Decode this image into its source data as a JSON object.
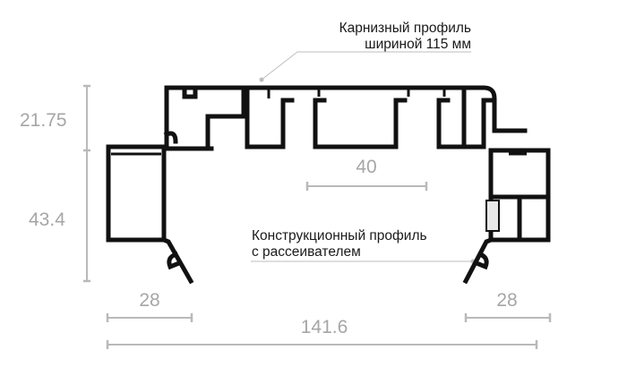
{
  "labels": {
    "cornice_line1": "Карнизный профиль",
    "cornice_line2": "шириной 115 мм",
    "structural_line1": "Конструкционный профиль",
    "structural_line2": "с рассеивателем"
  },
  "dimensions": {
    "height_top": "21.75",
    "height_bottom": "43.4",
    "inner_width": "40",
    "left_width": "28",
    "right_width": "28",
    "total_width": "141.6"
  },
  "colors": {
    "profile": "#111111",
    "dimension": "#a6a6a6",
    "diffuser": "#e8e8e8"
  }
}
